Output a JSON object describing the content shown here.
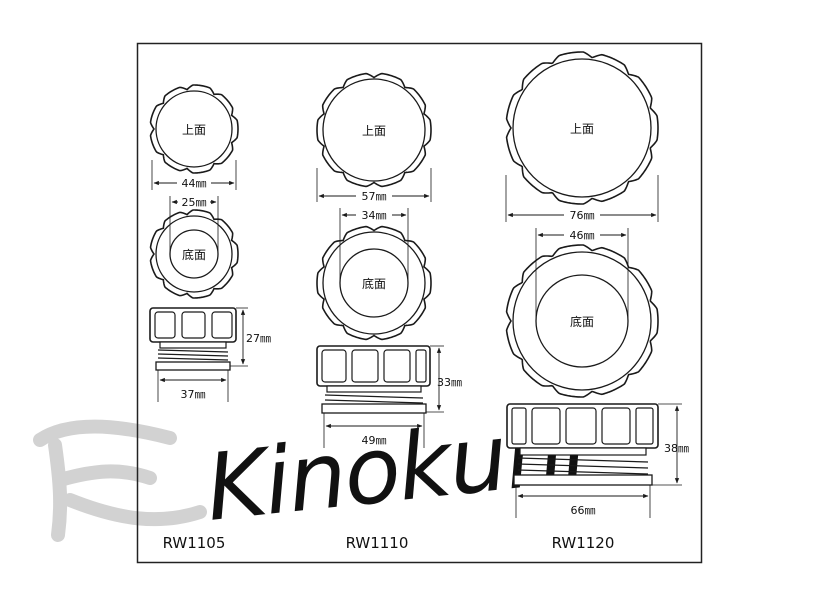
{
  "labels": {
    "top_face": "上面",
    "bottom_face": "底面"
  },
  "watermark": "Kinokuni",
  "colors": {
    "line": "#1a1a1a",
    "face_fill": "#ffffff",
    "watermark": "#cfcfcf",
    "frame": "#222222"
  },
  "caps": [
    {
      "model": "RW1105",
      "top_diameter": "44㎜",
      "bottom_inner_diameter": "25㎜",
      "height": "27㎜",
      "thread_diameter": "37㎜"
    },
    {
      "model": "RW1110",
      "top_diameter": "57㎜",
      "bottom_inner_diameter": "34㎜",
      "height": "33㎜",
      "thread_diameter": "49㎜"
    },
    {
      "model": "RW1120",
      "top_diameter": "76㎜",
      "bottom_inner_diameter": "46㎜",
      "height": "38㎜",
      "thread_diameter": "66㎜"
    }
  ]
}
